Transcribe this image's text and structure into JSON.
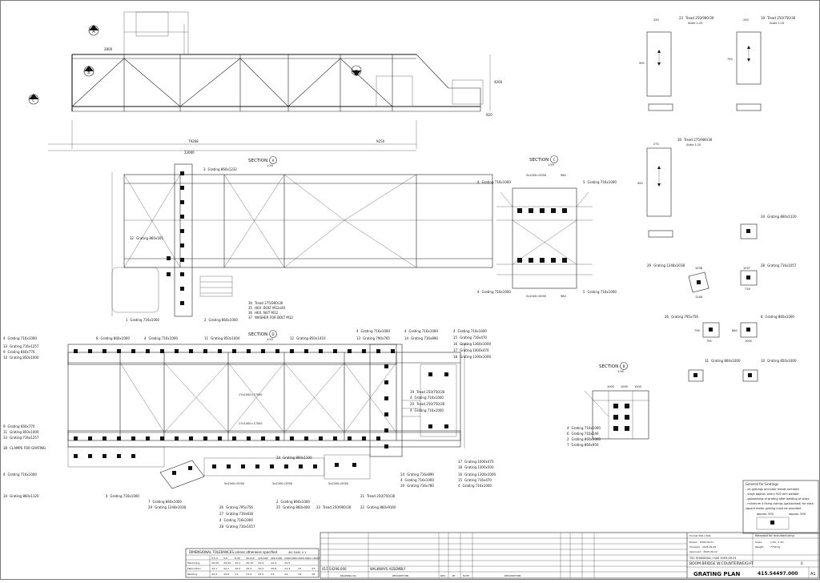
{
  "elevation": {
    "markers": [
      "A",
      "B",
      "C",
      "D"
    ],
    "dims": [
      "79268",
      "9250",
      "23000",
      "4200",
      "2800",
      "920"
    ]
  },
  "section_a": {
    "heading": "SECTION",
    "marker": "A",
    "scale": "1:50",
    "callouts": [
      {
        "no": "3",
        "text": "Grating 860x1232"
      },
      {
        "no": "32",
        "text": "Grating 860x505"
      },
      {
        "no": "1",
        "text": "Grating 716x1000"
      },
      {
        "no": "2",
        "text": "Grating 860x1000"
      }
    ],
    "bolts": [
      {
        "no": "30",
        "text": "Tread 275/900/30"
      },
      {
        "no": "35",
        "text": "HEX. BOLT M12x40"
      },
      {
        "no": "36",
        "text": "HEX. NUT M12"
      },
      {
        "no": "37",
        "text": "WASHER FOR BOLT M12"
      }
    ]
  },
  "section_c": {
    "heading": "SECTION",
    "marker": "C",
    "scale": "1:50",
    "callouts": [
      {
        "no": "4",
        "text": "Grating 716x1000"
      },
      {
        "no": "5",
        "text": "Grating 716x1000"
      },
      {
        "no": "4",
        "text": "Grating 716x1000"
      },
      {
        "no": "5",
        "text": "Grating 716x1000"
      }
    ],
    "dims": [
      "5x1000=5000",
      "980",
      "5x1000=5000",
      "980"
    ]
  },
  "section_d": {
    "heading": "SECTION",
    "marker": "D",
    "scale": "1:50",
    "left_callouts": [
      {
        "no": "4",
        "text": "Grating 716x1000"
      },
      {
        "no": "33",
        "text": "Grating 716x1257"
      },
      {
        "no": "9",
        "text": "Grating 660x770"
      },
      {
        "no": "10",
        "text": "Grating 850x1000"
      },
      {
        "no": "9",
        "text": "Grating 660x770"
      },
      {
        "no": "11",
        "text": "Grating 850x1000"
      },
      {
        "no": "33",
        "text": "Grating 716x1257"
      },
      {
        "no": "38",
        "text": "CLAMPS FOR GRATING"
      },
      {
        "no": "4",
        "text": "Grating 716x1000"
      },
      {
        "no": "34",
        "text": "Grating 860x1120"
      }
    ],
    "top_callouts": [
      {
        "no": "8",
        "text": "Grating 860x1000"
      },
      {
        "no": "4",
        "text": "Grating 716x1000"
      },
      {
        "no": "11",
        "text": "Grating 850x1000"
      },
      {
        "no": "12",
        "text": "Grating 850x1410"
      },
      {
        "no": "4",
        "text": "Grating 716x1000"
      },
      {
        "no": "13",
        "text": "Grating 790x765"
      },
      {
        "no": "4",
        "text": "Grating 716x1000"
      },
      {
        "no": "14",
        "text": "Grating 716x890"
      }
    ],
    "right_callouts": [
      {
        "no": "4",
        "text": "Grating 716x1000"
      },
      {
        "no": "15",
        "text": "Grating 716x470"
      },
      {
        "no": "16",
        "text": "Grating 1360x1000"
      },
      {
        "no": "17",
        "text": "Grating 1000x470"
      },
      {
        "no": "18",
        "text": "Grating 1300x1000"
      },
      {
        "no": "19",
        "text": "Tread 250/750/30"
      },
      {
        "no": "4",
        "text": "Grating 716x1000"
      },
      {
        "no": "20",
        "text": "Tread 250/750/30"
      },
      {
        "no": "4",
        "text": "Grating 716x1000"
      }
    ],
    "bottom_callouts": [
      {
        "no": "4",
        "text": "Grating 716x1000"
      },
      {
        "no": "29",
        "text": "Grating 1248x1038"
      },
      {
        "no": "7",
        "text": "Grating 860x1000"
      },
      {
        "no": "26",
        "text": "Grating 795x756"
      },
      {
        "no": "27",
        "text": "Grating 716x818"
      },
      {
        "no": "4",
        "text": "Grating 716x1000"
      },
      {
        "no": "28",
        "text": "Grating 716x1057"
      },
      {
        "no": "24",
        "text": "Grating 860x1100"
      },
      {
        "no": "2",
        "text": "Grating 860x1000"
      },
      {
        "no": "25",
        "text": "Grating 860x400"
      },
      {
        "no": "23",
        "text": "Tread 250/900/30"
      },
      {
        "no": "22",
        "text": "Grating 860x9160"
      },
      {
        "no": "21",
        "text": "Tread 250/750/30"
      }
    ],
    "lower_right_callouts": [
      {
        "no": "17",
        "text": "Grating 1000x470"
      },
      {
        "no": "18",
        "text": "Grating 1300x500"
      },
      {
        "no": "14",
        "text": "Grating 716x890"
      },
      {
        "no": "16",
        "text": "Grating 1300x1000"
      },
      {
        "no": "4",
        "text": "Grating 716x1000"
      },
      {
        "no": "15",
        "text": "Grating 716x470"
      },
      {
        "no": "19",
        "text": "Grating 716x780"
      },
      {
        "no": "4",
        "text": "Grating 716x1000"
      }
    ],
    "mid_dims": [
      "17x1000=17000",
      "17x1000=17000",
      "5x1000=5000",
      "3x1000=3000",
      "5x1000=5000"
    ]
  },
  "section_b": {
    "heading": "SECTION",
    "marker": "B",
    "scale": "1:50",
    "callouts": [
      {
        "no": "4",
        "text": "Grating 716x1000"
      },
      {
        "no": "6",
        "text": "Grating 716x140"
      },
      {
        "no": "2",
        "text": "Grating 860x1000"
      },
      {
        "no": "7",
        "text": "Grating 860x950"
      }
    ],
    "dims": [
      "1000",
      "1000",
      "1000"
    ]
  },
  "details": {
    "treads": [
      {
        "no": "23",
        "text": "Tread 250/900/30",
        "scale": "Scale 1:10"
      },
      {
        "no": "19",
        "text": "Tread 250/750/30",
        "scale": "Scale 1:10"
      },
      {
        "no": "30",
        "text": "Tread 275/900/30",
        "scale": "Scale 1:10"
      }
    ],
    "gratings": [
      {
        "no": "34",
        "text": "Grating 860x1120"
      },
      {
        "no": "29",
        "text": "Grating 1248x1038"
      },
      {
        "no": "28",
        "text": "Grating 716x1057"
      },
      {
        "no": "26",
        "text": "Grating 795x756"
      },
      {
        "no": "8",
        "text": "Grating 860x1000"
      },
      {
        "no": "31",
        "text": "Grating 860x1000"
      },
      {
        "no": "10",
        "text": "Grating 850x1000"
      }
    ],
    "dims": [
      "250",
      "900",
      "250",
      "750",
      "275",
      "900",
      "1038",
      "1248",
      "1057",
      "716",
      "756",
      "795",
      "1000",
      "860"
    ]
  },
  "notes": {
    "title": "General for Gratings",
    "lines": [
      "- all gratings and stair treads serrated",
      "- stays approx. every 500 mm welded",
      "- galvanising of grating after welding of stays",
      "- minimum 4 fixing clamps (galvanised) for each",
      "  square meter grating must be provided"
    ],
    "dims": [
      "approx. 500",
      "approx. 500"
    ]
  },
  "tolerances": {
    "title": "DIMENSIONAL TOLERANCES  unless otherwise specified",
    "ref": "4IS 5440 4 1",
    "col_heads": [
      "0.5-3",
      "3-6",
      "6-30",
      "30-120",
      "120-400",
      "400-1000",
      "1000-2000",
      "2000-4000",
      ">4000"
    ],
    "rows": [
      {
        "label": "Machining",
        "vals": [
          "±0.05",
          "±0.05",
          "±0.1",
          "±0.15",
          "±0.2",
          "±0.3",
          "±0.5",
          "",
          ""
        ]
      },
      {
        "label": "Fabrication",
        "vals": [
          "±0.1",
          "±0.1",
          "±0.2",
          "±0.3",
          "±0.5",
          "±0.8",
          "±1.2",
          "±2",
          "±3"
        ]
      },
      {
        "label": "Welding",
        "vals": [
          "±0.5",
          "±0.5",
          "±1",
          "±1.5",
          "±2.5",
          "±3",
          "±4",
          "±6",
          "±8"
        ]
      }
    ]
  },
  "title_block": {
    "ref_drawing": "415.54298.000",
    "ref_desc": "WALKWAYS ASSEMBLY",
    "col_labels": [
      "DRAWING No.",
      "DESCRIPTION",
      "REV.",
      "BY",
      "DATE",
      "DESCRIPTION"
    ],
    "company": "TSC SHANGHAI / HAS  2005-09-01",
    "project": "BOOM BRIDGE W.COUNTERWEIGHT",
    "title": "GRATING PLAN",
    "drawing_no": "415.54497.000",
    "sheet": "A1",
    "rev": "0",
    "scale_label": "Scale",
    "scale_value": "1:50 / 1:10",
    "weight_label": "Weight",
    "weight_value": "7750 kg",
    "fields": [
      {
        "label": "Drawn",
        "value": "2005-09-01"
      },
      {
        "label": "Checked",
        "value": "2005-09-05"
      },
      {
        "label": "Approved",
        "value": "2005-09-12"
      }
    ],
    "stamp": "Released for manufacturing",
    "format": "Format 594 x 841"
  }
}
